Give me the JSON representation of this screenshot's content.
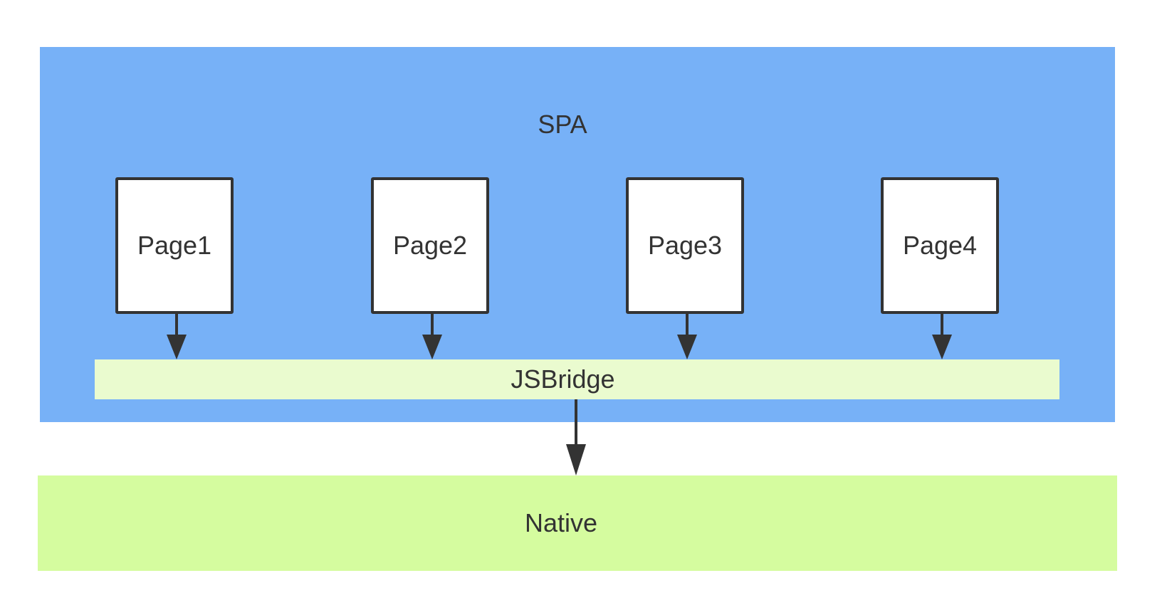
{
  "spa": {
    "label": "SPA",
    "fill": "#77b1f7"
  },
  "pages": [
    {
      "label": "Page1"
    },
    {
      "label": "Page2"
    },
    {
      "label": "Page3"
    },
    {
      "label": "Page4"
    }
  ],
  "bridge": {
    "label": "JSBridge",
    "fill": "#eafbcf"
  },
  "native": {
    "label": "Native",
    "fill": "#d5fc9f"
  },
  "connectors": [
    {
      "from": "Page1",
      "to": "JSBridge"
    },
    {
      "from": "Page2",
      "to": "JSBridge"
    },
    {
      "from": "Page3",
      "to": "JSBridge"
    },
    {
      "from": "Page4",
      "to": "JSBridge"
    },
    {
      "from": "JSBridge",
      "to": "Native"
    }
  ]
}
